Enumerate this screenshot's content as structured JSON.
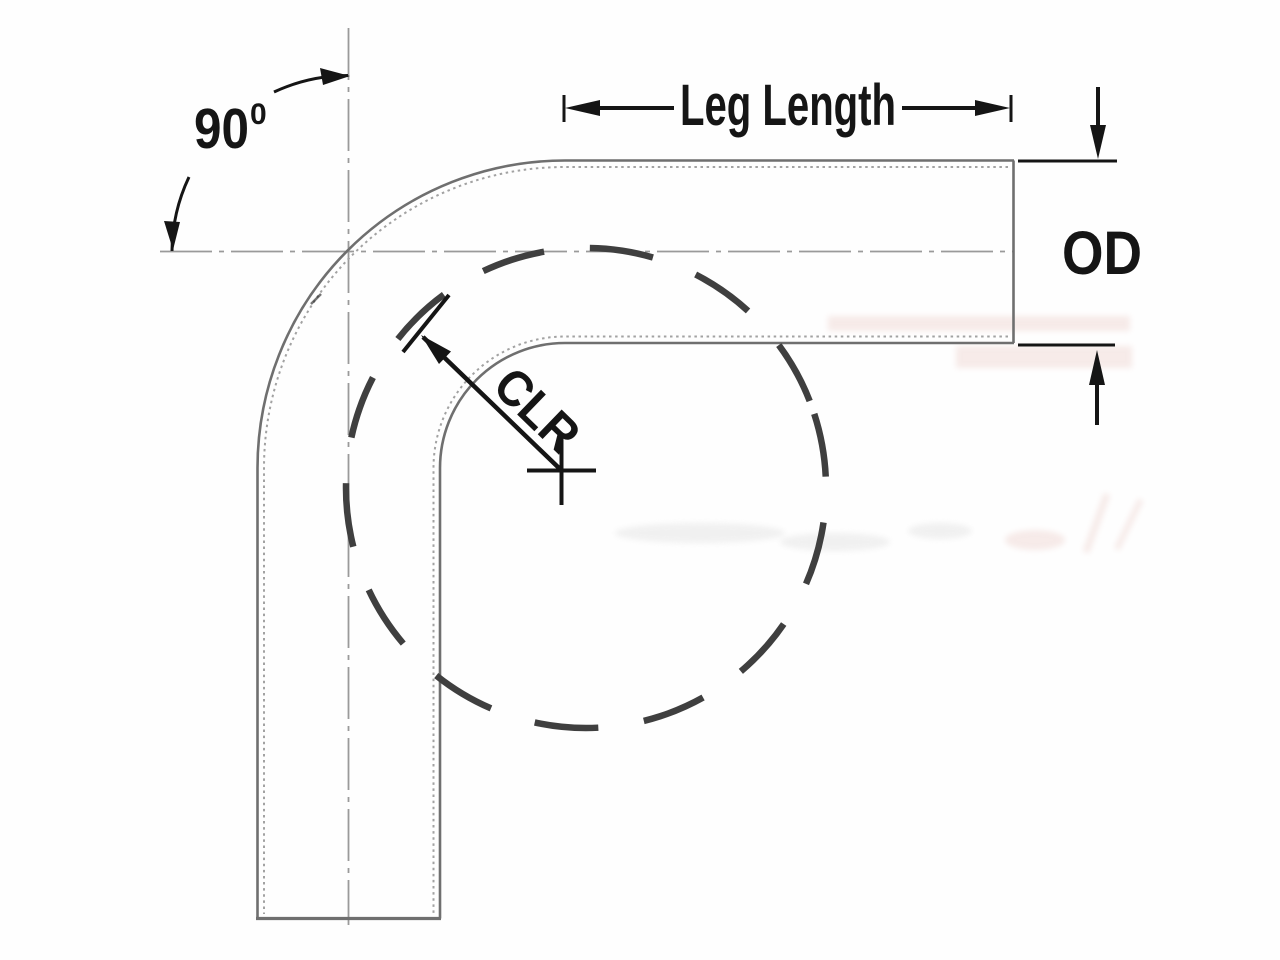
{
  "diagram": {
    "kind": "tube-bend-dimension-diagram",
    "labels": {
      "angle_value": "90",
      "angle_superscript": "0",
      "leg_length": "Leg Length",
      "outer_diameter": "OD",
      "centerline_radius": "CLR"
    },
    "colors": {
      "background": "#fefefe",
      "centerline": "#9a9a9a",
      "tube_outline": "#6f6f6f",
      "tube_wall_dotted": "#a2a2a2",
      "clr_circle": "#3f3f3f",
      "dimension": "#151515",
      "watermark_tint": "#f0d8d4",
      "smudge": "#ebebeb"
    }
  }
}
